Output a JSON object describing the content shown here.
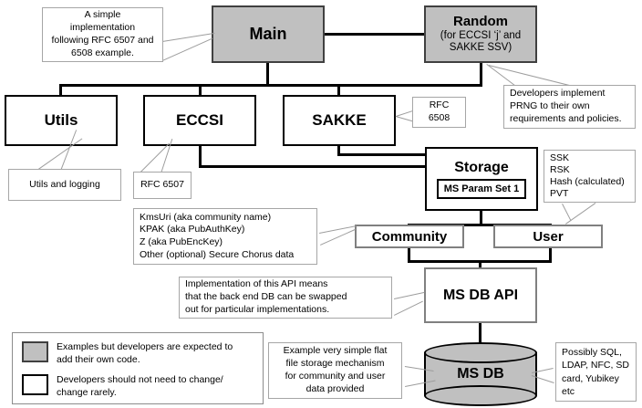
{
  "diagram": {
    "title": "Secure Chorus / MIKEY-SAKKE implementation architecture",
    "colors": {
      "example_fill": "#c0c0c0",
      "stable_fill": "#ffffff",
      "line": "#000000",
      "leader": "#9d9d9d",
      "callout_border": "#a6a6a6"
    },
    "nodes": [
      {
        "id": "main",
        "label": "Main",
        "sub": "",
        "fill": "grey"
      },
      {
        "id": "random",
        "label": "Random",
        "sub": "(for ECCSI ‘j’ and\nSAKKE SSV)",
        "fill": "grey"
      },
      {
        "id": "utils",
        "label": "Utils",
        "sub": "",
        "fill": "white"
      },
      {
        "id": "eccsi",
        "label": "ECCSI",
        "sub": "",
        "fill": "white"
      },
      {
        "id": "sakke",
        "label": "SAKKE",
        "sub": "",
        "fill": "white"
      },
      {
        "id": "storage",
        "label": "Storage",
        "sub": "MS Param Set 1",
        "fill": "white"
      },
      {
        "id": "community",
        "label": "Community",
        "sub": "",
        "fill": "white"
      },
      {
        "id": "user",
        "label": "User",
        "sub": "",
        "fill": "white"
      },
      {
        "id": "msdbapi",
        "label": "MS DB API",
        "sub": "",
        "fill": "white"
      },
      {
        "id": "msdb",
        "label": "MS DB",
        "sub": "",
        "fill": "grey"
      }
    ],
    "node_labels": {
      "main": "Main",
      "random": "Random",
      "random_sub_line1": "(for ECCSI ‘j’ and",
      "random_sub_line2": "SAKKE SSV)",
      "utils": "Utils",
      "eccsi": "ECCSI",
      "sakke": "SAKKE",
      "storage": "Storage",
      "storage_inner": "MS Param Set 1",
      "community": "Community",
      "user": "User",
      "msdbapi": "MS DB API",
      "msdb": "MS DB"
    },
    "callouts": {
      "main_note": "A simple\nimplementation\nfollowing RFC 6507 and\n6508 example.",
      "main_note_lines": [
        "A simple",
        "implementation",
        "following RFC 6507 and",
        "6508 example."
      ],
      "random_note_lines": [
        "Developers implement",
        "PRNG to their own",
        "requirements and policies."
      ],
      "utils_note": "Utils and logging",
      "eccsi_note": "RFC 6507",
      "sakke_note": "RFC 6508",
      "user_note_lines": [
        "SSK",
        "RSK",
        "Hash (calculated)",
        "PVT"
      ],
      "community_note_lines": [
        "KmsUri (aka community name)",
        "KPAK (aka PubAuthKey)",
        "Z (aka PubEncKey)",
        "Other (optional) Secure Chorus data"
      ],
      "msdbapi_note_lines": [
        "Implementation of this API means",
        "that the back end DB can be swapped",
        "out for particular implementations."
      ],
      "msdb_left_note_lines": [
        "Example very simple flat",
        "file storage mechanism",
        "for community and user",
        "data provided"
      ],
      "msdb_right_note_lines": [
        "Possibly SQL,",
        "LDAP, NFC, SD",
        "card, Yubikey",
        "etc"
      ]
    },
    "legend": {
      "rows": [
        {
          "swatch": "grey",
          "text_lines": [
            "Examples but developers are expected to",
            "add their own code."
          ]
        },
        {
          "swatch": "white",
          "text_lines": [
            "Developers should not need to change/",
            "change rarely."
          ]
        }
      ],
      "row1_line1": "Examples but developers are expected to",
      "row1_line2": "add their own code.",
      "row2_line1": "Developers should not need to change/",
      "row2_line2": "change rarely."
    }
  }
}
